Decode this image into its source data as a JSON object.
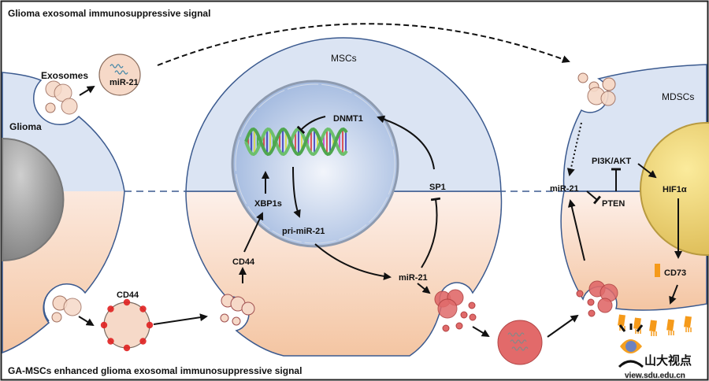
{
  "top_title": "Glioma exosomal immunosuppressive signal",
  "bottom_title": "GA-MSCs enhanced glioma exosomal immunosuppressive signal",
  "glioma": {
    "cell_label": "Glioma",
    "exosomes_label": "Exosomes",
    "exosome_cargo_label": "miR-21",
    "cd44_label": "CD44"
  },
  "msc": {
    "cell_label": "MSCs",
    "dnmt1": "DNMT1",
    "xbp1s": "XBP1s",
    "pri_mir21": "pri-miR-21",
    "cd44": "CD44",
    "sp1": "SP1",
    "mir21": "miR-21"
  },
  "mdsc": {
    "cell_label": "MDSCs",
    "mir21": "miR-21",
    "pten": "PTEN",
    "pi3k_akt": "PI3K/AKT",
    "hif1a": "HIF1α",
    "cd73": "CD73"
  },
  "watermark": {
    "cn_text": "山大视点",
    "url_text": "view.sdu.edu.cn"
  },
  "colors": {
    "upper_cytoplasm": "#dbe4f3",
    "lower_cytoplasm": "#f5cbaa",
    "membrane": "#3b5a8f",
    "nucleus_msc": "#b9cbe8",
    "nucleus_mdsc": "#e8cf6a",
    "exosome": "#f6d9c8",
    "red_vesicle": "#e06a6a",
    "cd44_dot": "#e02020",
    "cd73_orange": "#f59a1a"
  }
}
